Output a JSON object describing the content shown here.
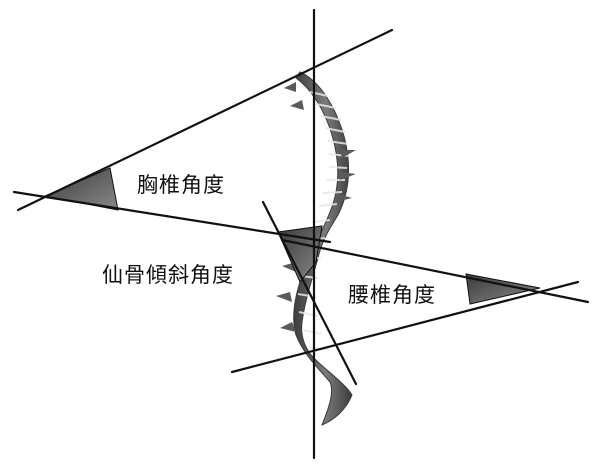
{
  "labels": {
    "thoracic_angle": "胸椎角度",
    "sacral_slope": "仙骨傾斜角度",
    "lumbar_angle": "腰椎角度"
  },
  "colors": {
    "line": "#111111",
    "wedge": "#555555",
    "spine_dark": "#4a4a4a",
    "spine_light": "#9a9a9a"
  }
}
